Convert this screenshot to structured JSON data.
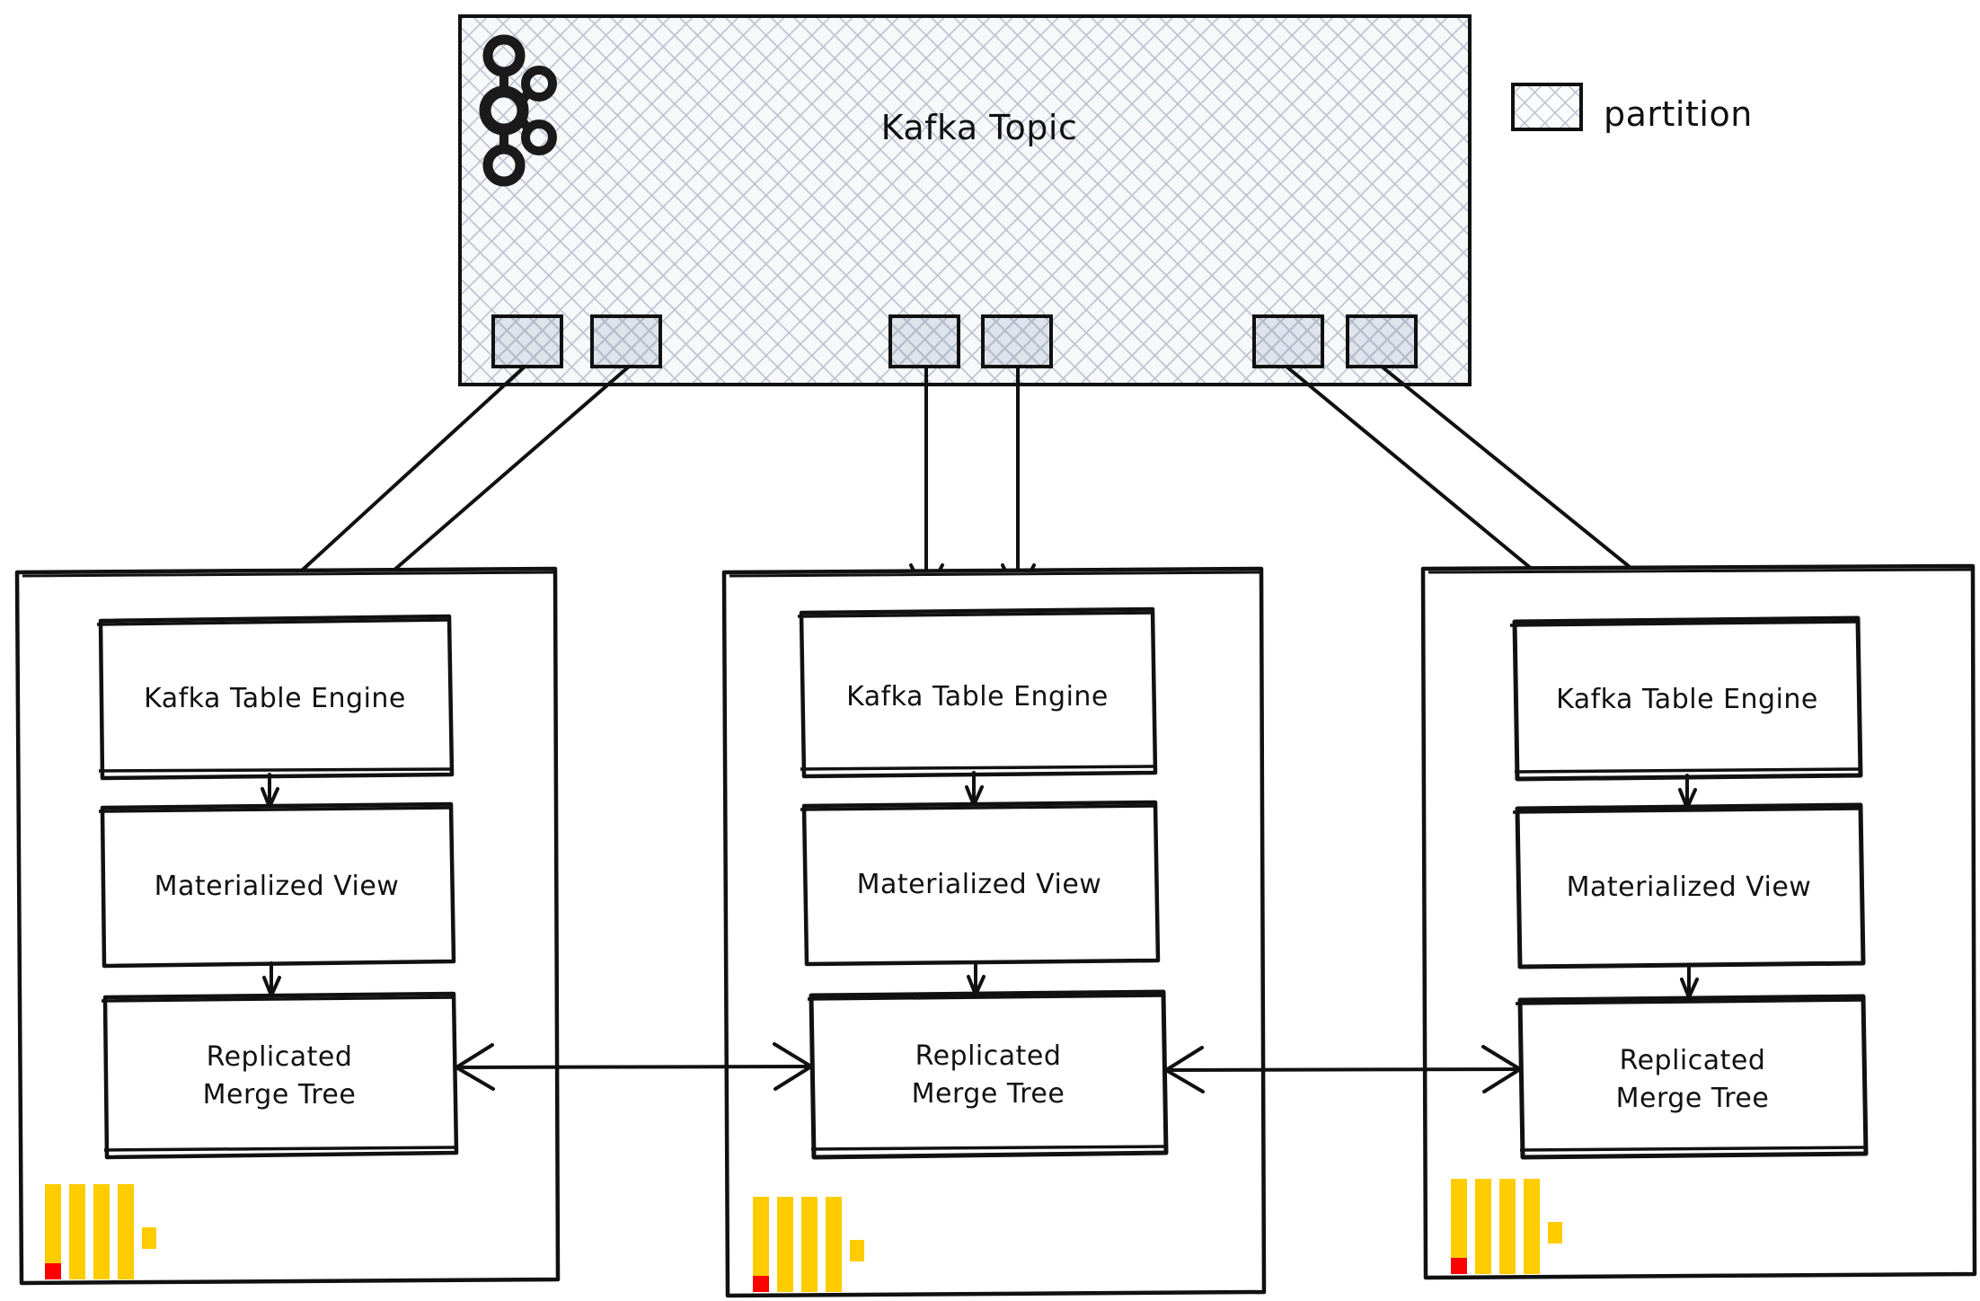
{
  "diagram": {
    "title_block": {
      "label": "Kafka Topic",
      "icon": "kafka-logo-icon"
    },
    "legend": {
      "swatch_icon": "hatched-square-icon",
      "label": "partition"
    },
    "colors": {
      "stroke": "#111111",
      "hatch_line": "#b9c2d0",
      "topic_fill": "#f7f8fa",
      "partition_fill": "#ced4de",
      "clickhouse_yellow": "#FFCC00",
      "clickhouse_red": "#FF0000",
      "background": "#ffffff"
    },
    "partitions": [
      {
        "id": "p1",
        "group": 1
      },
      {
        "id": "p2",
        "group": 1
      },
      {
        "id": "p3",
        "group": 2
      },
      {
        "id": "p4",
        "group": 2
      },
      {
        "id": "p5",
        "group": 3
      },
      {
        "id": "p6",
        "group": 3
      }
    ],
    "clusters": [
      {
        "id": "node-1",
        "logo": "clickhouse-logo-icon",
        "nodes": [
          {
            "id": "kte-1",
            "label": "Kafka Table Engine"
          },
          {
            "id": "mv-1",
            "label": "Materialized View"
          },
          {
            "id": "rmt-1",
            "label": "Replicated\nMerge Tree",
            "line1": "Replicated",
            "line2": "Merge Tree"
          }
        ]
      },
      {
        "id": "node-2",
        "logo": "clickhouse-logo-icon",
        "nodes": [
          {
            "id": "kte-2",
            "label": "Kafka Table Engine"
          },
          {
            "id": "mv-2",
            "label": "Materialized View"
          },
          {
            "id": "rmt-2",
            "label": "Replicated\nMerge Tree",
            "line1": "Replicated",
            "line2": "Merge Tree"
          }
        ]
      },
      {
        "id": "node-3",
        "logo": "clickhouse-logo-icon",
        "nodes": [
          {
            "id": "kte-3",
            "label": "Kafka Table Engine"
          },
          {
            "id": "mv-3",
            "label": "Materialized View"
          },
          {
            "id": "rmt-3",
            "label": "Replicated\nMerge Tree",
            "line1": "Replicated",
            "line2": "Merge Tree"
          }
        ]
      }
    ],
    "connections": [
      {
        "from": "p1",
        "to": "kte-1",
        "type": "arrow"
      },
      {
        "from": "p2",
        "to": "kte-1",
        "type": "arrow"
      },
      {
        "from": "p3",
        "to": "kte-2",
        "type": "arrow"
      },
      {
        "from": "p4",
        "to": "kte-2",
        "type": "arrow"
      },
      {
        "from": "p5",
        "to": "kte-3",
        "type": "arrow"
      },
      {
        "from": "p6",
        "to": "kte-3",
        "type": "arrow"
      },
      {
        "from": "kte-1",
        "to": "mv-1",
        "type": "arrow"
      },
      {
        "from": "mv-1",
        "to": "rmt-1",
        "type": "arrow"
      },
      {
        "from": "kte-2",
        "to": "mv-2",
        "type": "arrow"
      },
      {
        "from": "mv-2",
        "to": "rmt-2",
        "type": "arrow"
      },
      {
        "from": "kte-3",
        "to": "mv-3",
        "type": "arrow"
      },
      {
        "from": "mv-3",
        "to": "rmt-3",
        "type": "arrow"
      },
      {
        "from": "rmt-1",
        "to": "rmt-2",
        "type": "bidirectional"
      },
      {
        "from": "rmt-2",
        "to": "rmt-3",
        "type": "bidirectional"
      }
    ]
  }
}
